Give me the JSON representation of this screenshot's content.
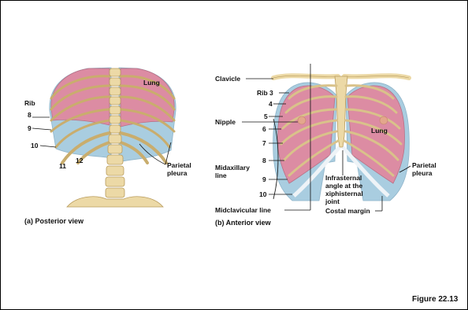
{
  "panel_a": {
    "lung": "Lung",
    "rib": "Rib",
    "rib_8": "8",
    "rib_9": "9",
    "rib_10": "10",
    "rib_11": "11",
    "rib_12": "12",
    "parietal_line1": "Parietal",
    "parietal_line2": "pleura",
    "caption": "(a) Posterior view"
  },
  "panel_b": {
    "clavicle": "Clavicle",
    "rib_3": "Rib 3",
    "rib_4": "4",
    "rib_5": "5",
    "rib_6": "6",
    "rib_7": "7",
    "rib_8": "8",
    "rib_9": "9",
    "rib_10": "10",
    "nipple": "Nipple",
    "lung": "Lung",
    "midaxillary_line1": "Midaxillary",
    "midaxillary_line2": "line",
    "infrasternal_line1": "Infrasternal",
    "infrasternal_line2": "angle at the",
    "infrasternal_line3": "xiphisternal",
    "infrasternal_line4": "joint",
    "costal_margin": "Costal margin",
    "parietal_line1": "Parietal",
    "parietal_line2": "pleura",
    "midclavicular": "Midclavicular line",
    "caption": "(b) Anterior view"
  },
  "figure_label": "Figure 22.13",
  "colors": {
    "lung": "#e0899f",
    "pleura": "#a9cde0",
    "bone": "#ecd9a6",
    "bone_edge": "#b89b5c",
    "nipple": "#e3a78c"
  }
}
